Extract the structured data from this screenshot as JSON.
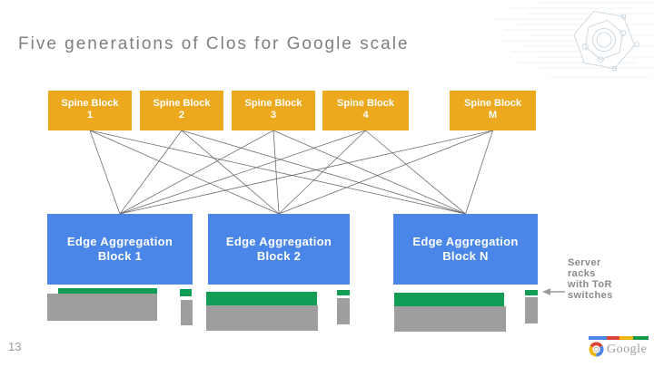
{
  "title": "Five generations of Clos for Google scale",
  "page_number": "13",
  "spine_blocks": [
    {
      "line1": "Spine Block",
      "line2": "1"
    },
    {
      "line1": "Spine Block",
      "line2": "2"
    },
    {
      "line1": "Spine Block",
      "line2": "3"
    },
    {
      "line1": "Spine Block",
      "line2": "4"
    },
    {
      "line1": "Spine Block",
      "line2": "M"
    }
  ],
  "edge_blocks": [
    {
      "line1": "Edge Aggregation",
      "line2": "Block 1"
    },
    {
      "line1": "Edge Aggregation",
      "line2": "Block 2"
    },
    {
      "line1": "Edge Aggregation",
      "line2": "Block N"
    }
  ],
  "annotation": {
    "lines": [
      "Server",
      "racks",
      "with ToR",
      "switches"
    ]
  },
  "footer": {
    "brand": "Google"
  },
  "topology": {
    "description": "full mesh: every spine block links to every edge aggregation block",
    "spine_blocks_shown": 5,
    "edge_blocks_shown": 3
  },
  "colors": {
    "spine_yellow": "#EDA91D",
    "edge_blue": "#4A86E8",
    "tor_green": "#129D56",
    "rack_gray": "#9E9E9E",
    "wire_gray": "#5F5F5F",
    "title_gray": "#7F7F7F",
    "annotation_gray": "#8A8A8A",
    "google_blue": "#4A86E8",
    "google_red": "#D94436",
    "google_yellow": "#F2B50F",
    "google_green": "#159A4A"
  }
}
